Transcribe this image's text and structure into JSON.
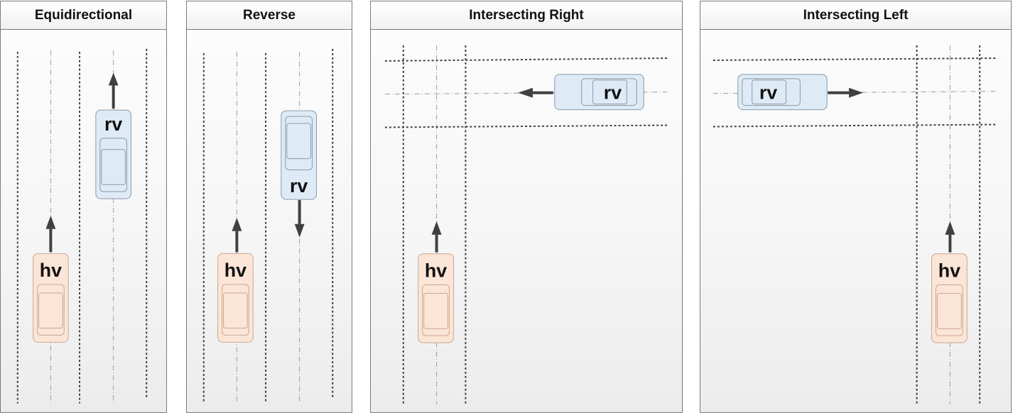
{
  "panels": [
    {
      "title": "Equidirectional",
      "host_label": "hv",
      "remote_label": "rv"
    },
    {
      "title": "Reverse",
      "host_label": "hv",
      "remote_label": "rv"
    },
    {
      "title": "Intersecting Right",
      "host_label": "hv",
      "remote_label": "rv"
    },
    {
      "title": "Intersecting Left",
      "host_label": "hv",
      "remote_label": "rv"
    }
  ],
  "colors": {
    "host_vehicle_fill": "#fbe5d6",
    "host_vehicle_stroke": "#c9a792",
    "remote_vehicle_fill": "#deebf7",
    "remote_vehicle_stroke": "#8a99a8",
    "arrow": "#404040",
    "lane_line": "#404040",
    "center_line": "#9a9a9a"
  },
  "icons": {
    "host_vehicle": "car-top-view-icon",
    "remote_vehicle": "car-top-view-icon",
    "direction": "arrow-icon"
  }
}
